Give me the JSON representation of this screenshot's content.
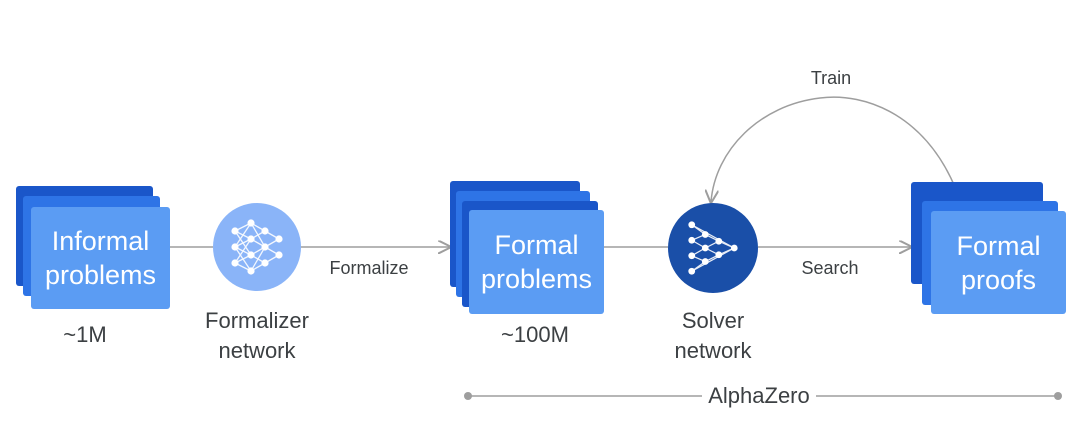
{
  "nodes": {
    "informal": {
      "line1": "Informal",
      "line2": "problems",
      "count": "~1M"
    },
    "formalizer": {
      "line1": "Formalizer",
      "line2": "network",
      "icon": "neural-network-icon"
    },
    "formal": {
      "line1": "Formal",
      "line2": "problems",
      "count": "~100M"
    },
    "solver": {
      "line1": "Solver",
      "line2": "network",
      "icon": "neural-network-play-icon"
    },
    "proofs": {
      "line1": "Formal",
      "line2": "proofs"
    }
  },
  "edges": {
    "formalize": "Formalize",
    "search": "Search",
    "train": "Train"
  },
  "bracket": {
    "label": "AlphaZero"
  },
  "colors": {
    "card_dark": "#1a56c9",
    "card_mid": "#2e74e6",
    "card_light": "#5b9cf3",
    "formalizer_circle": "#8ab4f8",
    "solver_circle": "#1a4fa8",
    "line": "#9e9e9e",
    "text": "#3c4043"
  }
}
